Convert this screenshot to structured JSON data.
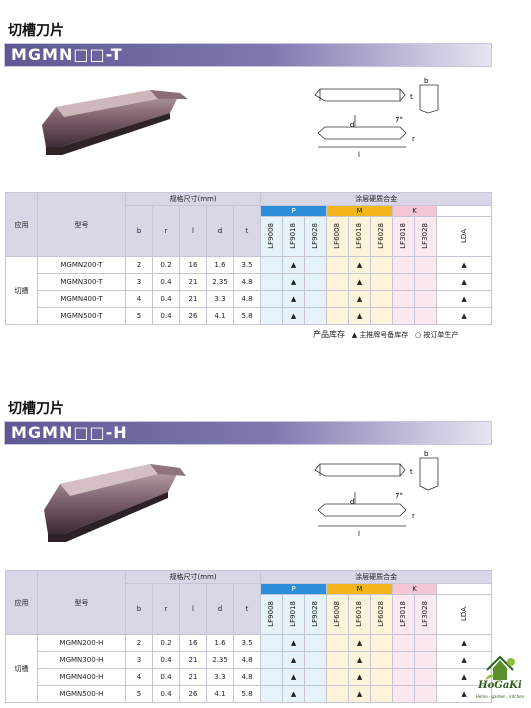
{
  "sections": [
    {
      "heading": "切槽刀片",
      "model_title": "MGMN□□-T",
      "table": {
        "col_application": "应用",
        "col_model": "型号",
        "spec_group": "规格尺寸(mm)",
        "spec_cols": [
          "b",
          "r",
          "l",
          "d",
          "t"
        ],
        "grade_group": "涂层硬质合金",
        "grade_groups": [
          "P",
          "M",
          "K"
        ],
        "grades": [
          "LF9008",
          "LF9018",
          "LF9028",
          "LF6008",
          "LF6018",
          "LF6028",
          "LF3018",
          "LF3028",
          "LDA"
        ],
        "application": "切槽",
        "rows": [
          {
            "model": "MGMN200-T",
            "b": "2",
            "r": "0.2",
            "l": "16",
            "d": "1.6",
            "t": "3.5"
          },
          {
            "model": "MGMN300-T",
            "b": "3",
            "r": "0.4",
            "l": "21",
            "d": "2.35",
            "t": "4.8"
          },
          {
            "model": "MGMN400-T",
            "b": "4",
            "r": "0.4",
            "l": "21",
            "d": "3.3",
            "t": "4.8"
          },
          {
            "model": "MGMN500-T",
            "b": "5",
            "r": "0.4",
            "l": "26",
            "d": "4.1",
            "t": "5.8"
          }
        ],
        "stock_mark": "▲"
      },
      "legend": {
        "label": "产品库存",
        "main_mark": "▲",
        "main_text": "主推牌号备库存",
        "order_mark": "○",
        "order_text": "按订单生产"
      },
      "drawing": {
        "angle": "7°",
        "labels": [
          "b",
          "t",
          "d",
          "l",
          "r"
        ]
      }
    },
    {
      "heading": "切槽刀片",
      "model_title": "MGMN□□-H",
      "table": {
        "col_application": "应用",
        "col_model": "型号",
        "spec_group": "规格尺寸(mm)",
        "spec_cols": [
          "b",
          "r",
          "l",
          "d",
          "t"
        ],
        "grade_group": "涂层硬质合金",
        "grade_groups": [
          "P",
          "M",
          "K"
        ],
        "grades": [
          "LF9008",
          "LF9018",
          "LF9028",
          "LF6008",
          "LF6018",
          "LF6028",
          "LF3018",
          "LF3028",
          "LDA"
        ],
        "application": "切槽",
        "rows": [
          {
            "model": "MGMN200-H",
            "b": "2",
            "r": "0.2",
            "l": "16",
            "d": "1.6",
            "t": "3.5"
          },
          {
            "model": "MGMN300-H",
            "b": "3",
            "r": "0.4",
            "l": "21",
            "d": "2.35",
            "t": "4.8"
          },
          {
            "model": "MGMN400-H",
            "b": "4",
            "r": "0.4",
            "l": "21",
            "d": "3.3",
            "t": "4.8"
          },
          {
            "model": "MGMN500-H",
            "b": "5",
            "r": "0.4",
            "l": "26",
            "d": "4.1",
            "t": "5.8"
          }
        ],
        "stock_mark": "▲"
      },
      "drawing": {
        "angle": "7°",
        "labels": [
          "b",
          "t",
          "d",
          "l",
          "r"
        ]
      }
    }
  ],
  "logo": {
    "name": "HoGaKi",
    "tagline": "Home · garden · kitchen"
  },
  "colors": {
    "banner": "#6a64a0",
    "group_p": "#2a8fd8",
    "group_m": "#f2b51c",
    "group_k": "#f4c6d6"
  }
}
